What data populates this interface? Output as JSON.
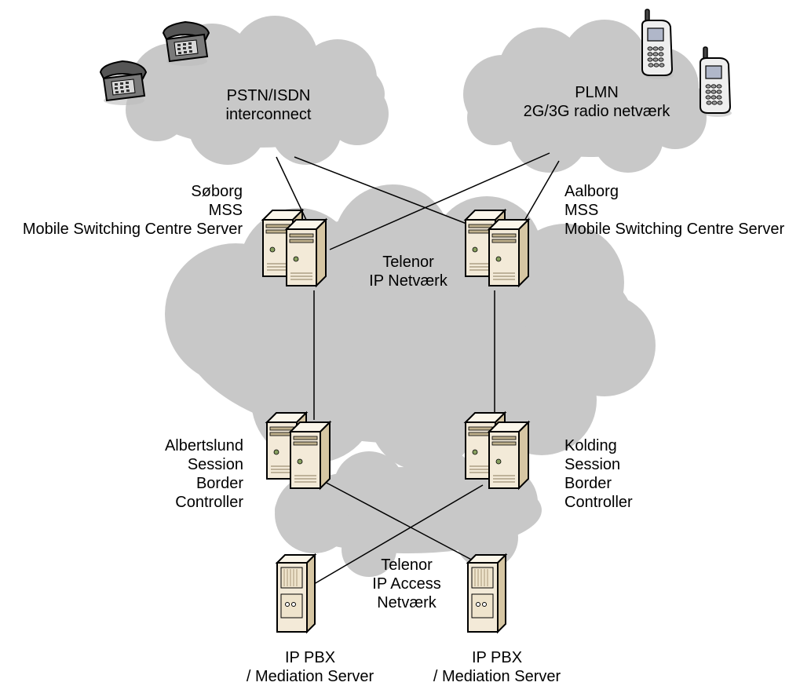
{
  "clouds": {
    "pstn": [
      "PSTN/ISDN",
      "interconnect"
    ],
    "plmn": [
      "PLMN",
      "2G/3G radio netværk"
    ],
    "ip_core": [
      "Telenor",
      "IP Netværk"
    ],
    "ip_access": [
      "Telenor",
      "IP Access",
      "Netværk"
    ]
  },
  "nodes": {
    "soborg": [
      "Søborg",
      "MSS",
      "Mobile Switching Centre Server"
    ],
    "aalborg": [
      "Aalborg",
      "MSS",
      "Mobile Switching Centre Server"
    ],
    "albertslund": [
      "Albertslund",
      "Session",
      "Border",
      "Controller"
    ],
    "kolding": [
      "Kolding",
      "Session",
      "Border",
      "Controller"
    ],
    "pbx_left": [
      "IP PBX",
      "/ Mediation Server"
    ],
    "pbx_right": [
      "IP PBX",
      "/ Mediation Server"
    ]
  },
  "colors": {
    "cloud": "#c8c8c8",
    "server_body": "#f3ead8",
    "server_side": "#d6c6a3",
    "line": "#000000"
  },
  "icons": [
    "telephone-icon",
    "mobile-phone-icon",
    "server-pair-icon",
    "tower-server-icon"
  ]
}
